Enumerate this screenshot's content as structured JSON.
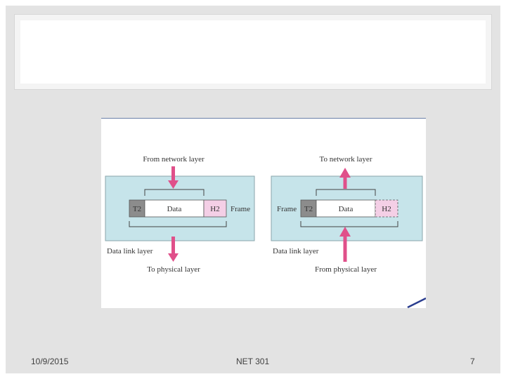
{
  "slide": {
    "title": "",
    "footer": {
      "date": "10/9/2015",
      "course": "NET 301",
      "page_number": "7"
    }
  },
  "diagram": {
    "sender": {
      "top_label": "From network layer",
      "fields": [
        "T2",
        "Data",
        "H2"
      ],
      "frame_label": "Frame",
      "layer_label": "Data link layer",
      "bottom_label": "To physical layer"
    },
    "receiver": {
      "top_label": "To network layer",
      "frame_label": "Frame",
      "fields": [
        "T2",
        "Data",
        "H2"
      ],
      "layer_label": "Data link layer",
      "bottom_label": "From physical layer"
    },
    "colors": {
      "layer_box": "#c6e4ea",
      "arrow": "#e0508a",
      "trailer": "#8c8c8c",
      "data": "#ffffff",
      "header": "#f4cfe6"
    }
  }
}
